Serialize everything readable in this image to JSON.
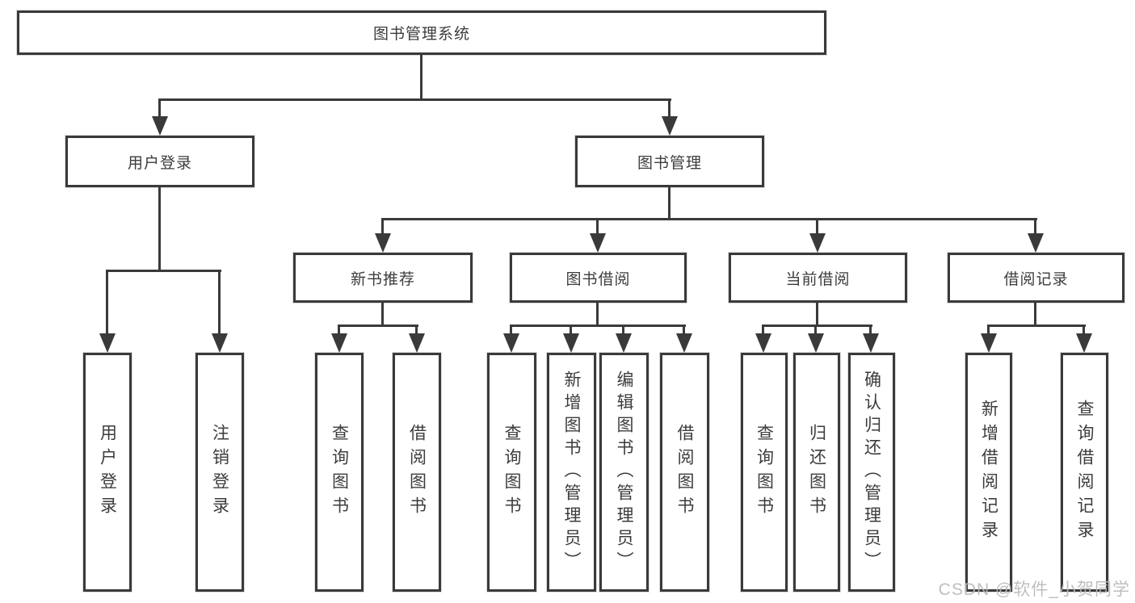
{
  "title": {
    "label": "图书管理系统"
  },
  "level2": [
    {
      "label": "用户登录"
    },
    {
      "label": "图书管理"
    }
  ],
  "level3": [
    {
      "label": "新书推荐"
    },
    {
      "label": "图书借阅"
    },
    {
      "label": "当前借阅"
    },
    {
      "label": "借阅记录"
    }
  ],
  "leaves": {
    "login": [
      {
        "label": "用户登录"
      },
      {
        "label": "注销登录"
      }
    ],
    "recommend": [
      {
        "label": "查询图书"
      },
      {
        "label": "借阅图书"
      }
    ],
    "borrow": [
      {
        "label": "查询图书"
      },
      {
        "label": "新增图书（管理员）"
      },
      {
        "label": "编辑图书（管理员）"
      },
      {
        "label": "借阅图书"
      }
    ],
    "current": [
      {
        "label": "查询图书"
      },
      {
        "label": "归还图书"
      },
      {
        "label": "确认归还（管理员）"
      }
    ],
    "records": [
      {
        "label": "新增借阅记录"
      },
      {
        "label": "查询借阅记录"
      }
    ]
  },
  "watermark": {
    "text": "CSDN @软件_小贺同学"
  },
  "colors": {
    "line": "#3a3a3a",
    "text": "#3c3c3c",
    "box_bg": "#ffffff",
    "watermark": "#b9b9b9"
  }
}
